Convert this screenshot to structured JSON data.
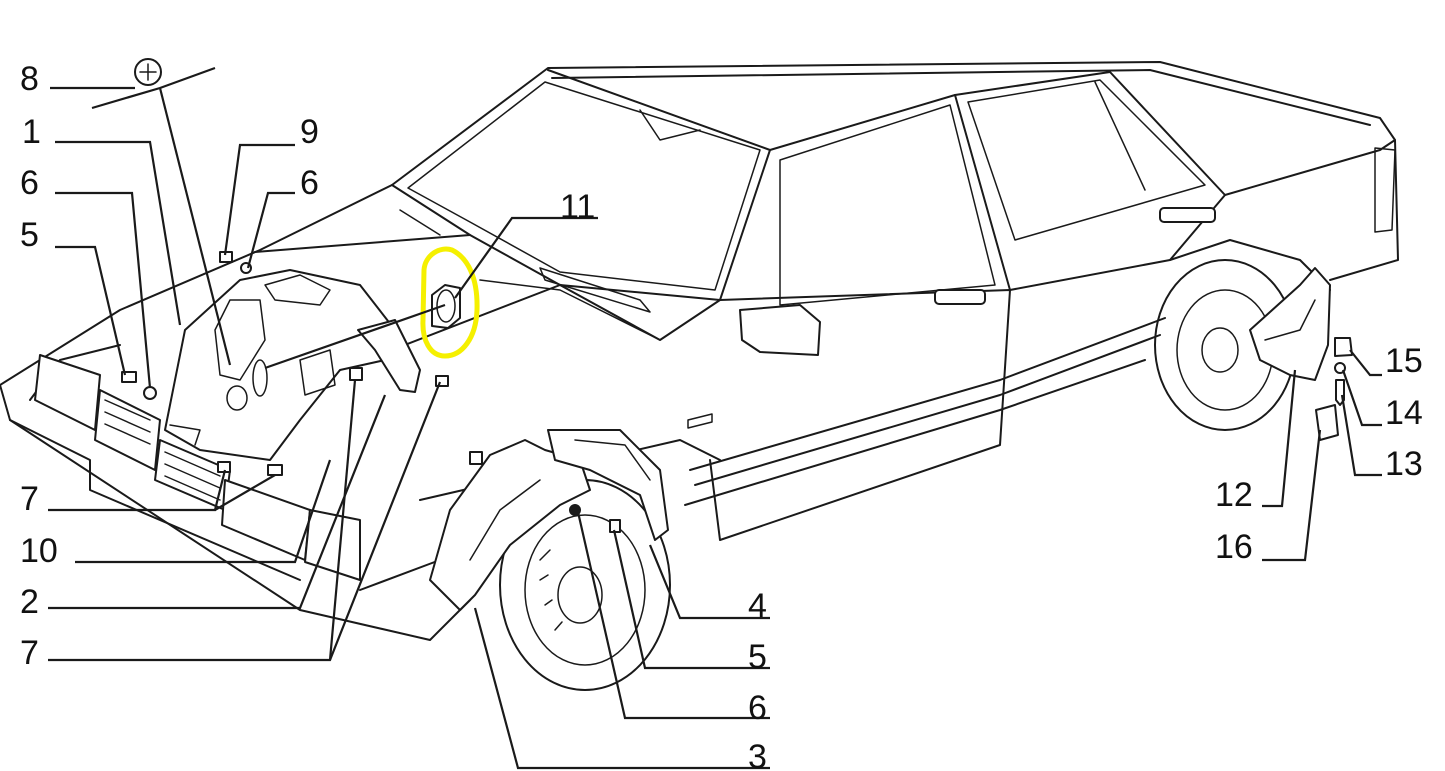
{
  "highlight_color": "#f5f000",
  "callouts": [
    {
      "id": "8",
      "text": "8"
    },
    {
      "id": "1",
      "text": "1"
    },
    {
      "id": "9",
      "text": "9"
    },
    {
      "id": "6a",
      "text": "6"
    },
    {
      "id": "6b",
      "text": "6"
    },
    {
      "id": "5a",
      "text": "5"
    },
    {
      "id": "11",
      "text": "11"
    },
    {
      "id": "7a",
      "text": "7"
    },
    {
      "id": "10",
      "text": "10"
    },
    {
      "id": "2",
      "text": "2"
    },
    {
      "id": "7b",
      "text": "7"
    },
    {
      "id": "4",
      "text": "4"
    },
    {
      "id": "5b",
      "text": "5"
    },
    {
      "id": "6c",
      "text": "6"
    },
    {
      "id": "3",
      "text": "3"
    },
    {
      "id": "15",
      "text": "15"
    },
    {
      "id": "14",
      "text": "14"
    },
    {
      "id": "13",
      "text": "13"
    },
    {
      "id": "12",
      "text": "12"
    },
    {
      "id": "16",
      "text": "16"
    }
  ]
}
